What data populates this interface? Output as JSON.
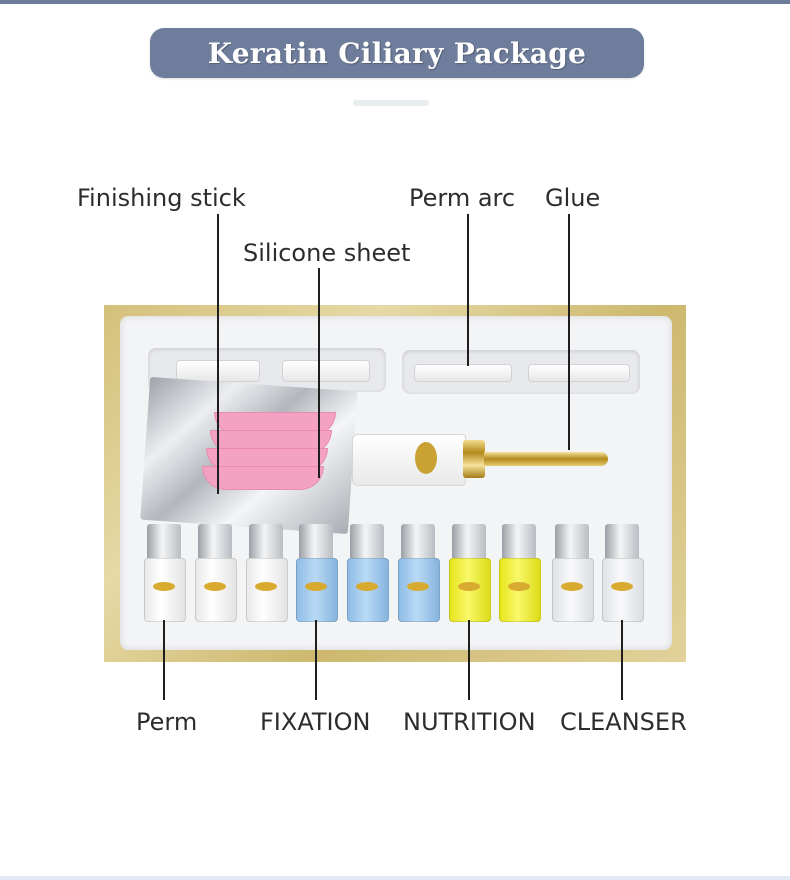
{
  "header": {
    "title": "Keratin Ciliary Package"
  },
  "labels": {
    "finishing_stick": "Finishing stick",
    "silicone_sheet": "Silicone sheet",
    "perm_arc": "Perm arc",
    "glue": "Glue",
    "perm": "Perm",
    "fixation": "FIXATION",
    "nutrition": "NUTRITION",
    "cleanser": "CLEANSER"
  },
  "colors": {
    "title_bar": "#6f7d9c",
    "box_gold": "#d4c07a",
    "perm_liquid": "#ffffff",
    "fixation_liquid": "#b9daf5",
    "nutrition_liquid": "#f9f86a",
    "cleanser_liquid": "#f8f9fa"
  }
}
